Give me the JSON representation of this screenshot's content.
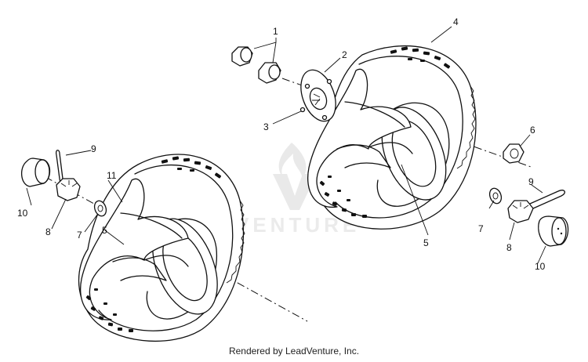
{
  "footer": {
    "credit": "Rendered by LeadVenture, Inc."
  },
  "watermark": {
    "text": "VENTURE"
  },
  "callouts": {
    "c1": "1",
    "c2": "2",
    "c3": "3",
    "c4": "4",
    "c5a": "5",
    "c5b": "5",
    "c6": "6",
    "c7a": "7",
    "c7b": "7",
    "c8a": "8",
    "c8b": "8",
    "c9a": "9",
    "c9b": "9",
    "c10a": "10",
    "c10b": "10",
    "c11": "11"
  }
}
